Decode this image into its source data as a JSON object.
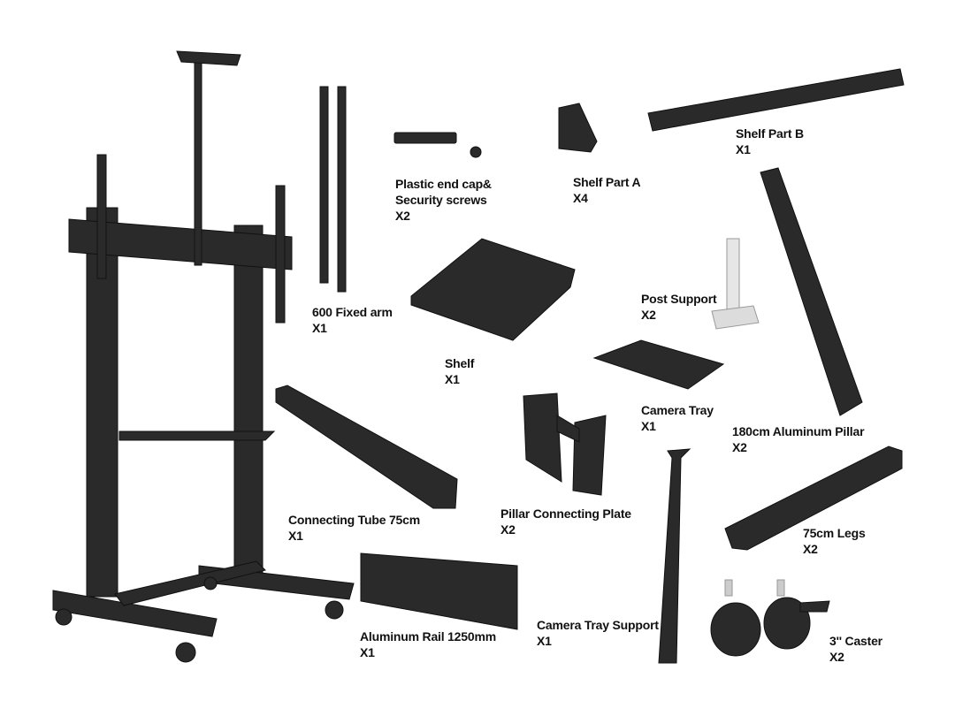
{
  "colors": {
    "part": "#2a2a2a",
    "part_light": "#444444",
    "background": "#ffffff"
  },
  "parts": [
    {
      "name": "600 Fixed arm",
      "qty": "X1"
    },
    {
      "name": "Plastic end cap&",
      "name2": "Security screws",
      "qty": "X2"
    },
    {
      "name": "Shelf Part A",
      "qty": "X4"
    },
    {
      "name": "Shelf Part B",
      "qty": "X1"
    },
    {
      "name": "Post Support",
      "qty": "X2"
    },
    {
      "name": "Shelf",
      "qty": "X1"
    },
    {
      "name": "Camera Tray",
      "qty": "X1"
    },
    {
      "name": "180cm Aluminum Pillar",
      "qty": "X2"
    },
    {
      "name": "Connecting Tube 75cm",
      "qty": "X1"
    },
    {
      "name": "Pillar Connecting Plate",
      "qty": "X2"
    },
    {
      "name": "75cm Legs",
      "qty": "X2"
    },
    {
      "name": "Aluminum Rail 1250mm",
      "qty": "X1"
    },
    {
      "name": "Camera Tray Support",
      "qty": "X1"
    },
    {
      "name": "3'' Caster",
      "qty": "X2"
    }
  ]
}
